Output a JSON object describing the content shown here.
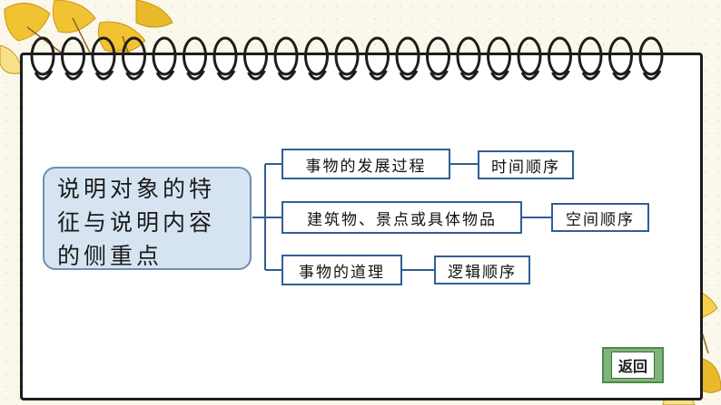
{
  "diagram": {
    "main_topic": "说明对象的特征与说明内容的侧重点",
    "branches": [
      {
        "content": "事物的发展过程",
        "order": "时间顺序"
      },
      {
        "content": "建筑物、景点或具体物品",
        "order": "空间顺序"
      },
      {
        "content": "事物的道理",
        "order": "逻辑顺序"
      }
    ]
  },
  "nav": {
    "return_label": "返回"
  },
  "colors": {
    "box_border": "#2f5f94",
    "main_fill": "#d6e4f2",
    "button_fill": "#7fb37a"
  },
  "icons": [
    "ginkgo-leaves-top-left",
    "ginkgo-leaves-bottom-right",
    "spiral-binding-rings"
  ]
}
